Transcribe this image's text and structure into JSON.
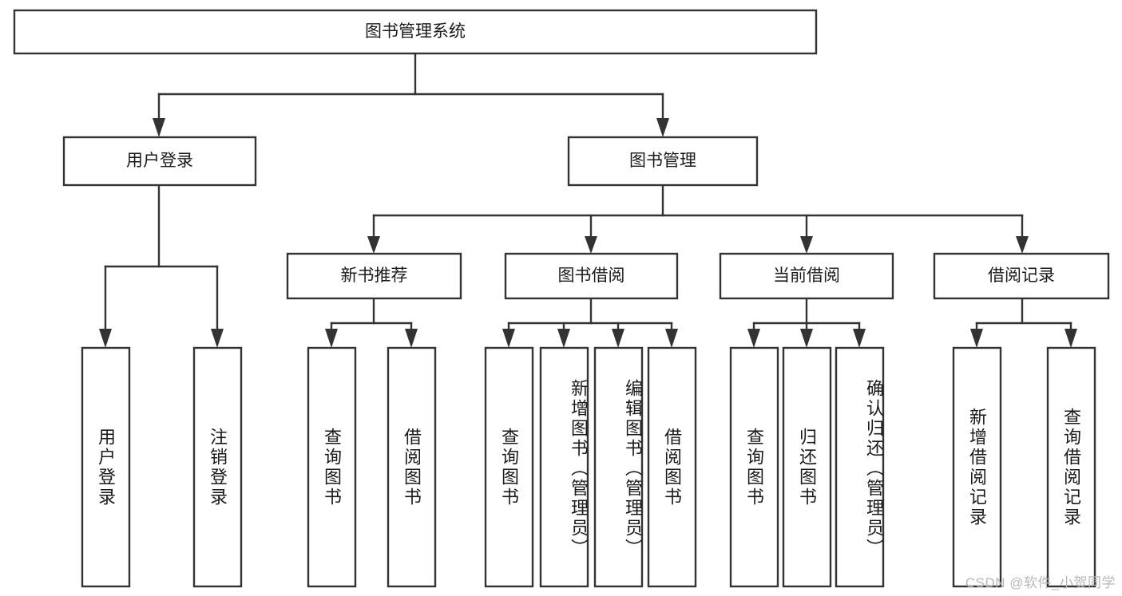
{
  "diagram": {
    "type": "tree-hierarchy-flowchart",
    "title": "图书管理系统",
    "orientation": "top-down",
    "colors": {
      "box_stroke": "#333333",
      "box_fill": "#ffffff",
      "text": "#1a1a1a",
      "background": "#ffffff",
      "watermark": "#b7b7b7"
    },
    "levels": [
      {
        "level": 0,
        "nodes": [
          {
            "id": "root",
            "label": "图书管理系统",
            "text_orientation": "horizontal"
          }
        ]
      },
      {
        "level": 1,
        "nodes": [
          {
            "id": "l1-user-login",
            "label": "用户登录",
            "text_orientation": "horizontal",
            "parent": "root"
          },
          {
            "id": "l1-book-manage",
            "label": "图书管理",
            "text_orientation": "horizontal",
            "parent": "root"
          }
        ]
      },
      {
        "level": 2,
        "nodes": [
          {
            "id": "l2-new-book-rec",
            "label": "新书推荐",
            "text_orientation": "horizontal",
            "parent": "l1-book-manage"
          },
          {
            "id": "l2-book-borrow",
            "label": "图书借阅",
            "text_orientation": "horizontal",
            "parent": "l1-book-manage"
          },
          {
            "id": "l2-current-borrow",
            "label": "当前借阅",
            "text_orientation": "horizontal",
            "parent": "l1-book-manage"
          },
          {
            "id": "l2-borrow-record",
            "label": "借阅记录",
            "text_orientation": "horizontal",
            "parent": "l1-book-manage"
          }
        ]
      },
      {
        "level": 3,
        "nodes": [
          {
            "id": "leaf-1",
            "label": "用户登录",
            "text_orientation": "vertical",
            "parent": "l1-user-login"
          },
          {
            "id": "leaf-2",
            "label": "注销登录",
            "text_orientation": "vertical",
            "parent": "l1-user-login"
          },
          {
            "id": "leaf-3",
            "label": "查询图书",
            "text_orientation": "vertical",
            "parent": "l2-new-book-rec"
          },
          {
            "id": "leaf-4",
            "label": "借阅图书",
            "text_orientation": "vertical",
            "parent": "l2-new-book-rec"
          },
          {
            "id": "leaf-5",
            "label": "查询图书",
            "text_orientation": "vertical",
            "parent": "l2-book-borrow"
          },
          {
            "id": "leaf-6",
            "label": "新增图书（管理员）",
            "text_orientation": "vertical",
            "parent": "l2-book-borrow"
          },
          {
            "id": "leaf-7",
            "label": "编辑图书（管理员）",
            "text_orientation": "vertical",
            "parent": "l2-book-borrow"
          },
          {
            "id": "leaf-8",
            "label": "借阅图书",
            "text_orientation": "vertical",
            "parent": "l2-book-borrow"
          },
          {
            "id": "leaf-9",
            "label": "查询图书",
            "text_orientation": "vertical",
            "parent": "l2-current-borrow"
          },
          {
            "id": "leaf-10",
            "label": "归还图书",
            "text_orientation": "vertical",
            "parent": "l2-current-borrow"
          },
          {
            "id": "leaf-11",
            "label": "确认归还（管理员）",
            "text_orientation": "vertical",
            "parent": "l2-current-borrow"
          },
          {
            "id": "leaf-12",
            "label": "新增借阅记录",
            "text_orientation": "vertical",
            "parent": "l2-borrow-record"
          },
          {
            "id": "leaf-13",
            "label": "查询借阅记录",
            "text_orientation": "vertical",
            "parent": "l2-borrow-record"
          }
        ]
      }
    ],
    "watermark": "CSDN @软件_小贺同学"
  }
}
